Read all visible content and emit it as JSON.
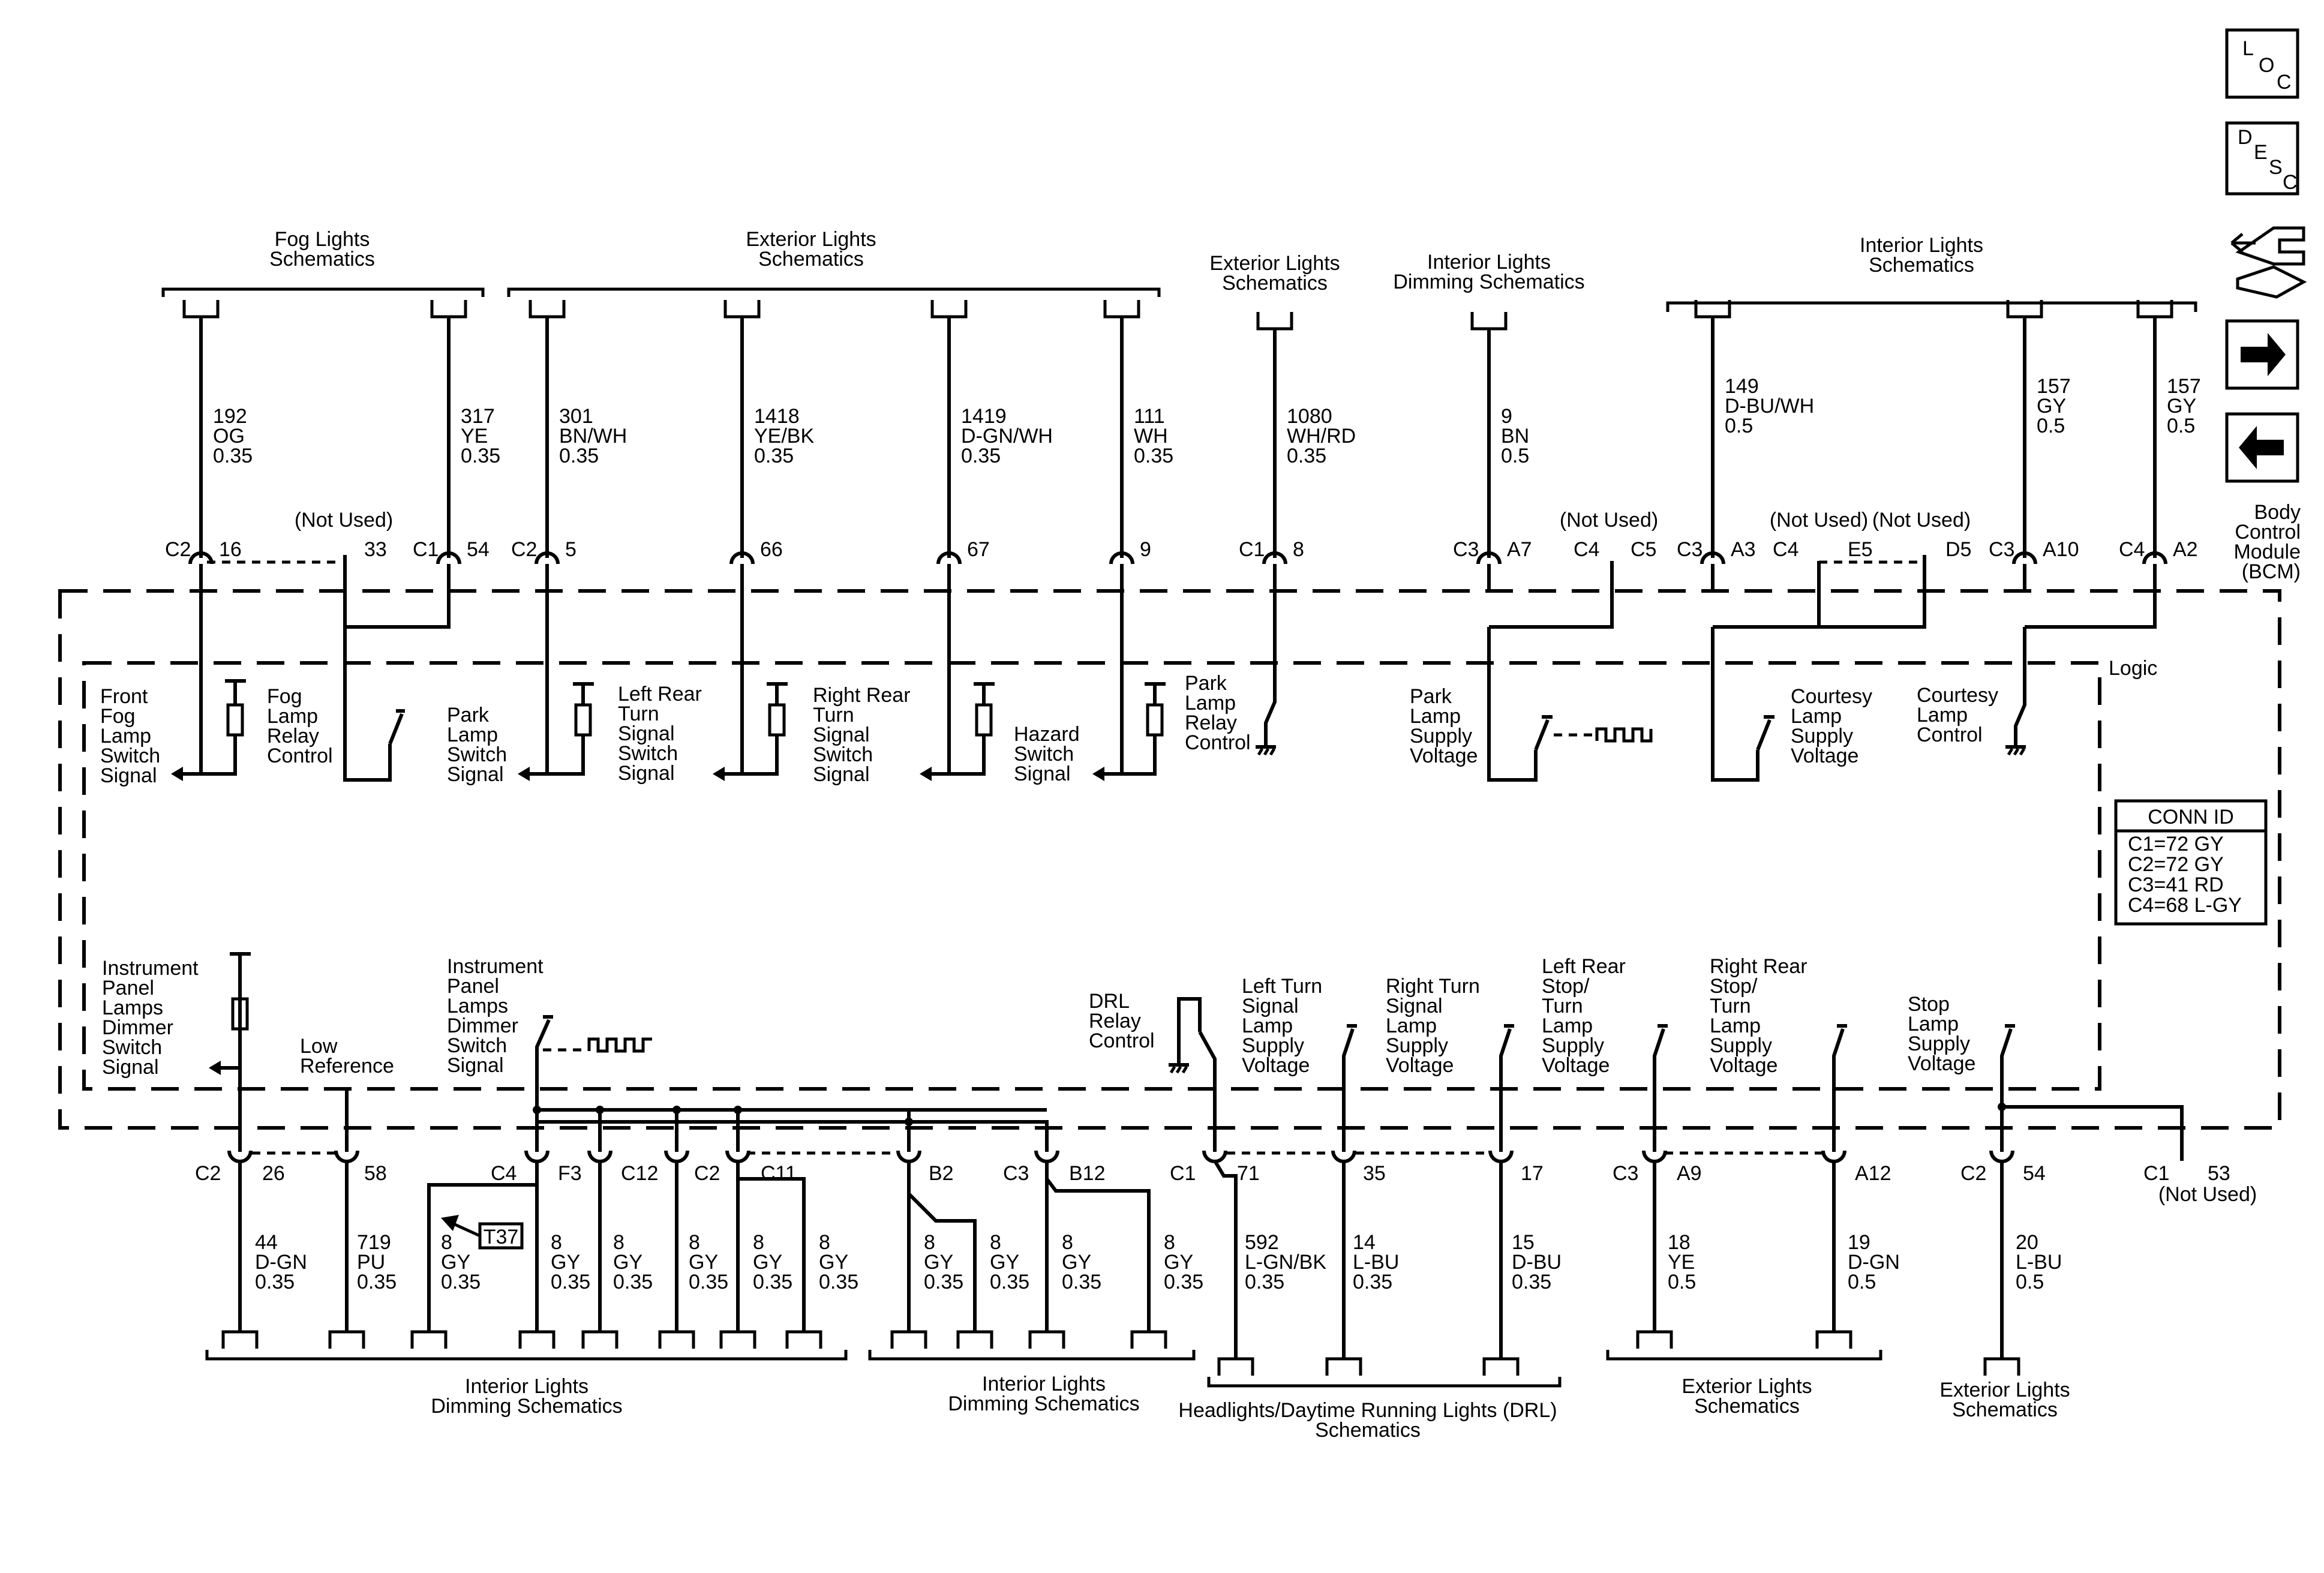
{
  "top_groups": [
    {
      "label": [
        "Fog Lights",
        "Schematics"
      ]
    },
    {
      "label": [
        "Exterior Lights",
        "Schematics"
      ]
    },
    {
      "label": [
        "Exterior Lights",
        "Schematics"
      ]
    },
    {
      "label": [
        "Interior Lights",
        "Dimming Schematics"
      ]
    },
    {
      "label": [
        "Interior Lights",
        "Schematics"
      ]
    }
  ],
  "top_wires": [
    {
      "circuit": "192",
      "color": "OG",
      "gauge": "0.35",
      "conn": "C2",
      "pin": "16"
    },
    {
      "circuit": "317",
      "color": "YE",
      "gauge": "0.35",
      "conn": "C1",
      "pin": "54"
    },
    {
      "circuit": "301",
      "color": "BN/WH",
      "gauge": "0.35",
      "conn": "C2",
      "pin": "5"
    },
    {
      "circuit": "1418",
      "color": "YE/BK",
      "gauge": "0.35",
      "conn": "",
      "pin": "66"
    },
    {
      "circuit": "1419",
      "color": "D-GN/WH",
      "gauge": "0.35",
      "conn": "",
      "pin": "67"
    },
    {
      "circuit": "111",
      "color": "WH",
      "gauge": "0.35",
      "conn": "",
      "pin": "9"
    },
    {
      "circuit": "1080",
      "color": "WH/RD",
      "gauge": "0.35",
      "conn": "C1",
      "pin": "8"
    },
    {
      "circuit": "9",
      "color": "BN",
      "gauge": "0.5",
      "conn": "C3",
      "pin": "A7"
    },
    {
      "circuit": "149",
      "color": "D-BU/WH",
      "gauge": "0.5",
      "conn": "C3",
      "pin": "A3"
    },
    {
      "circuit": "157",
      "color": "GY",
      "gauge": "0.5",
      "conn": "C3",
      "pin": "A10"
    },
    {
      "circuit": "157",
      "color": "GY",
      "gauge": "0.5",
      "conn": "C4",
      "pin": "A2"
    }
  ],
  "top_unused": [
    {
      "note": "(Not Used)",
      "pin": "33"
    },
    {
      "note": "(Not Used)",
      "conn": "C4",
      "pin": "C5"
    },
    {
      "note": "(Not Used)",
      "conn": "C4",
      "pin": "E5"
    },
    {
      "note": "(Not Used)",
      "pin": "D5"
    }
  ],
  "bcm_label": [
    "Body",
    "Control",
    "Module",
    "(BCM)"
  ],
  "logic_label": "Logic",
  "conn_id": {
    "title": "CONN ID",
    "rows": [
      "C1=72 GY",
      "C2=72 GY",
      "C3=41 RD",
      "C4=68 L-GY"
    ]
  },
  "inner_labels_top": [
    [
      "Front",
      "Fog",
      "Lamp",
      "Switch",
      "Signal"
    ],
    [
      "Fog",
      "Lamp",
      "Relay",
      "Control"
    ],
    [
      "Park",
      "Lamp",
      "Switch",
      "Signal"
    ],
    [
      "Left Rear",
      "Turn",
      "Signal",
      "Switch",
      "Signal"
    ],
    [
      "Right Rear",
      "Turn",
      "Signal",
      "Switch",
      "Signal"
    ],
    [
      "Hazard",
      "Switch",
      "Signal"
    ],
    [
      "Park",
      "Lamp",
      "Relay",
      "Control"
    ],
    [
      "Park",
      "Lamp",
      "Supply",
      "Voltage"
    ],
    [
      "Courtesy",
      "Lamp",
      "Supply",
      "Voltage"
    ],
    [
      "Courtesy",
      "Lamp",
      "Control"
    ]
  ],
  "inner_labels_bottom": [
    [
      "Instrument",
      "Panel",
      "Lamps",
      "Dimmer",
      "Switch",
      "Signal"
    ],
    [
      "Low",
      "Reference"
    ],
    [
      "Instrument",
      "Panel",
      "Lamps",
      "Dimmer",
      "Switch",
      "Signal"
    ],
    [
      "DRL",
      "Relay",
      "Control"
    ],
    [
      "Left Turn",
      "Signal",
      "Lamp",
      "Supply",
      "Voltage"
    ],
    [
      "Right Turn",
      "Signal",
      "Lamp",
      "Supply",
      "Voltage"
    ],
    [
      "Left Rear",
      "Stop/",
      "Turn",
      "Lamp",
      "Supply",
      "Voltage"
    ],
    [
      "Right Rear",
      "Stop/",
      "Turn",
      "Lamp",
      "Supply",
      "Voltage"
    ],
    [
      "Stop",
      "Lamp",
      "Supply",
      "Voltage"
    ]
  ],
  "bottom_conn_labels": [
    {
      "conn": "C2",
      "pin": "26"
    },
    {
      "conn": "",
      "pin": "58"
    },
    {
      "conn": "C4",
      "pin": "F3"
    },
    {
      "conn": "C12",
      "pin": ""
    },
    {
      "conn": "C2",
      "pin": "C11"
    },
    {
      "conn": "",
      "pin": "B2"
    },
    {
      "conn": "C3",
      "pin": "B12"
    },
    {
      "conn": "C1",
      "pin": "71"
    },
    {
      "conn": "",
      "pin": "35"
    },
    {
      "conn": "",
      "pin": "17"
    },
    {
      "conn": "C3",
      "pin": "A9"
    },
    {
      "conn": "",
      "pin": "A12"
    },
    {
      "conn": "C2",
      "pin": "54"
    },
    {
      "conn": "C1",
      "pin": "53"
    }
  ],
  "bottom_unused": "(Not Used)",
  "bottom_wires": [
    {
      "circuit": "44",
      "color": "D-GN",
      "gauge": "0.35"
    },
    {
      "circuit": "719",
      "color": "PU",
      "gauge": "0.35"
    },
    {
      "circuit": "8",
      "color": "GY",
      "gauge": "0.35"
    },
    {
      "circuit": "8",
      "color": "GY",
      "gauge": "0.35"
    },
    {
      "circuit": "8",
      "color": "GY",
      "gauge": "0.35"
    },
    {
      "circuit": "8",
      "color": "GY",
      "gauge": "0.35"
    },
    {
      "circuit": "8",
      "color": "GY",
      "gauge": "0.35"
    },
    {
      "circuit": "8",
      "color": "GY",
      "gauge": "0.35"
    },
    {
      "circuit": "8",
      "color": "GY",
      "gauge": "0.35"
    },
    {
      "circuit": "8",
      "color": "GY",
      "gauge": "0.35"
    },
    {
      "circuit": "8",
      "color": "GY",
      "gauge": "0.35"
    },
    {
      "circuit": "8",
      "color": "GY",
      "gauge": "0.35"
    },
    {
      "circuit": "592",
      "color": "L-GN/BK",
      "gauge": "0.35"
    },
    {
      "circuit": "14",
      "color": "L-BU",
      "gauge": "0.35"
    },
    {
      "circuit": "15",
      "color": "D-BU",
      "gauge": "0.35"
    },
    {
      "circuit": "18",
      "color": "YE",
      "gauge": "0.5"
    },
    {
      "circuit": "19",
      "color": "D-GN",
      "gauge": "0.5"
    },
    {
      "circuit": "20",
      "color": "L-BU",
      "gauge": "0.5"
    }
  ],
  "test_point": "T37",
  "bottom_groups": [
    {
      "label": [
        "Interior Lights",
        "Dimming Schematics"
      ]
    },
    {
      "label": [
        "Interior Lights",
        "Dimming Schematics"
      ]
    },
    {
      "label": [
        "Headlights/Daytime Running Lights (DRL)",
        "Schematics"
      ]
    },
    {
      "label": [
        "Exterior Lights",
        "Schematics"
      ]
    },
    {
      "label": [
        "Exterior Lights",
        "Schematics"
      ]
    }
  ],
  "nav_buttons": [
    {
      "name": "loc-button",
      "label": [
        "L",
        "O",
        "C"
      ],
      "icon": "location-icon"
    },
    {
      "name": "desc-button",
      "label": [
        "D",
        "E",
        "S",
        "C"
      ],
      "icon": "description-icon"
    },
    {
      "name": "connector-view-button",
      "icon": "connector-icon"
    },
    {
      "name": "next-button",
      "icon": "arrow-right-icon"
    },
    {
      "name": "previous-button",
      "icon": "arrow-left-icon"
    }
  ]
}
